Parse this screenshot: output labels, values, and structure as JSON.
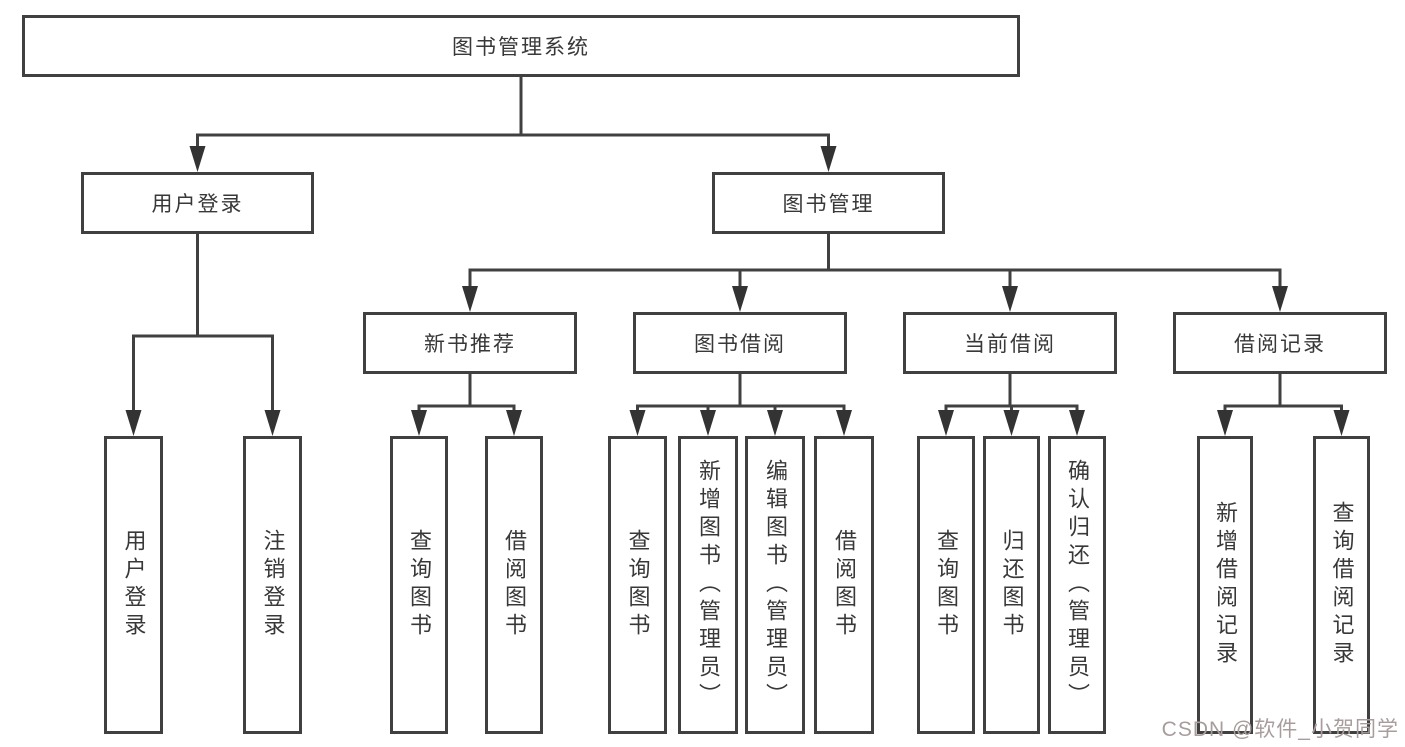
{
  "tree": {
    "label": "图书管理系统",
    "children": [
      {
        "label": "用户登录",
        "children": [
          {
            "label": "用户登录"
          },
          {
            "label": "注销登录"
          }
        ]
      },
      {
        "label": "图书管理",
        "children": [
          {
            "label": "新书推荐",
            "children": [
              {
                "label": "查询图书"
              },
              {
                "label": "借阅图书"
              }
            ]
          },
          {
            "label": "图书借阅",
            "children": [
              {
                "label": "查询图书"
              },
              {
                "label": "新增图书（管理员）"
              },
              {
                "label": "编辑图书（管理员）"
              },
              {
                "label": "借阅图书"
              }
            ]
          },
          {
            "label": "当前借阅",
            "children": [
              {
                "label": "查询图书"
              },
              {
                "label": "归还图书"
              },
              {
                "label": "确认归还（管理员）"
              }
            ]
          },
          {
            "label": "借阅记录",
            "children": [
              {
                "label": "新增借阅记录"
              },
              {
                "label": "查询借阅记录"
              }
            ]
          }
        ]
      }
    ]
  },
  "watermark": {
    "text": "CSDN @软件_小贺同学",
    "color": "#a89c9c"
  },
  "colors": {
    "line": "#404040",
    "arrowhead": "#333333",
    "box_border": "#404040",
    "text": "#383838",
    "background": "#ffffff"
  }
}
